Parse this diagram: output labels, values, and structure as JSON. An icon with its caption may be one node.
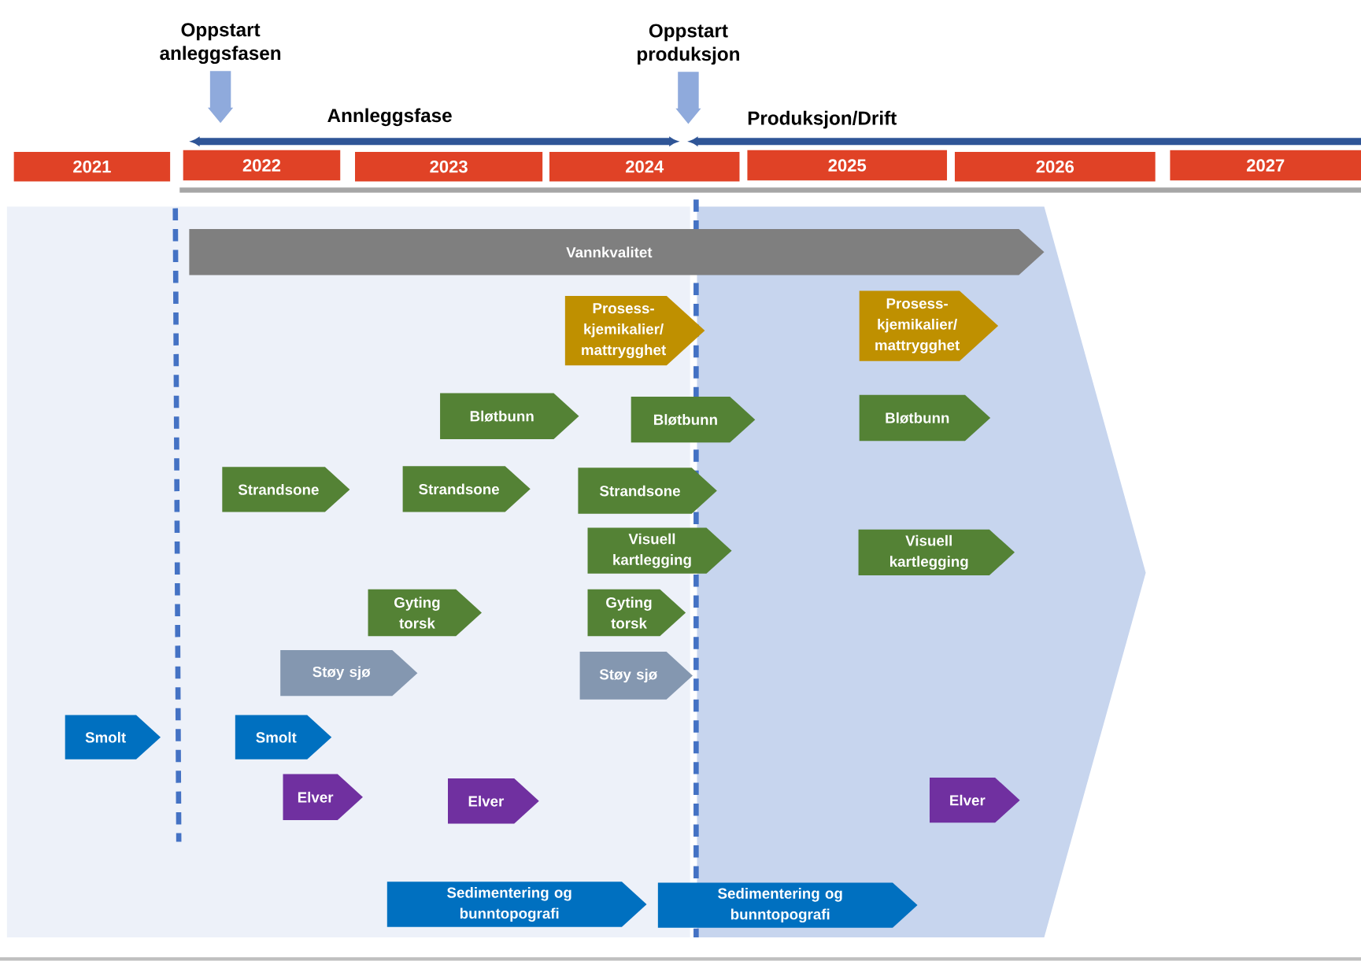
{
  "diagram": {
    "nodes": [
      {
        "text": [
          "Oppstart anleggsfasen"
        ]
      },
      {
        "text": [
          "Oppstart produksjon"
        ]
      },
      {
        "text": [
          "2021"
        ]
      },
      {
        "text": [
          "2022"
        ]
      },
      {
        "text": [
          "2023"
        ]
      },
      {
        "text": [
          "2024"
        ]
      },
      {
        "text": [
          "2025"
        ]
      },
      {
        "text": [
          "2026"
        ]
      },
      {
        "text": [
          "2027"
        ]
      },
      {
        "text": [
          "Vannkvalitet"
        ]
      },
      {
        "text": [
          "Prosess- kjemikalier/ mattrygghet"
        ]
      },
      {
        "text": [
          "Prosess- kjemikalier/ mattrygghet"
        ]
      },
      {
        "text": [
          "Bløtbunn"
        ]
      },
      {
        "text": [
          "Bløtbunn"
        ]
      },
      {
        "text": [
          "Bløtbunn"
        ]
      },
      {
        "text": [
          "Strandsone"
        ]
      },
      {
        "text": [
          "Strandsone"
        ]
      },
      {
        "text": [
          "Strandsone"
        ]
      },
      {
        "text": [
          "Visuell kartlegging"
        ]
      },
      {
        "text": [
          "Visuell kartlegging"
        ]
      },
      {
        "text": [
          "Gyting torsk"
        ]
      },
      {
        "text": [
          "Gyting torsk"
        ]
      },
      {
        "text": [
          "Støy sjø"
        ]
      },
      {
        "text": [
          "Støy sjø"
        ]
      },
      {
        "text": [
          "Smolt"
        ]
      },
      {
        "text": [
          "Smolt"
        ]
      },
      {
        "text": [
          "Elver"
        ]
      },
      {
        "text": [
          "Elver"
        ]
      },
      {
        "text": [
          "Elver"
        ]
      },
      {
        "text": [
          "Sedimentering og bunntopografi"
        ]
      },
      {
        "text": [
          "Sedimentering og bunntopografi"
        ]
      }
    ],
    "edges": [
      {
        "from": 0,
        "to": null,
        "arrow": "to"
      },
      {
        "from": 1,
        "to": null,
        "arrow": "to"
      }
    ],
    "labels": [
      "Annleggsfase",
      "Produksjon/Drift"
    ]
  }
}
